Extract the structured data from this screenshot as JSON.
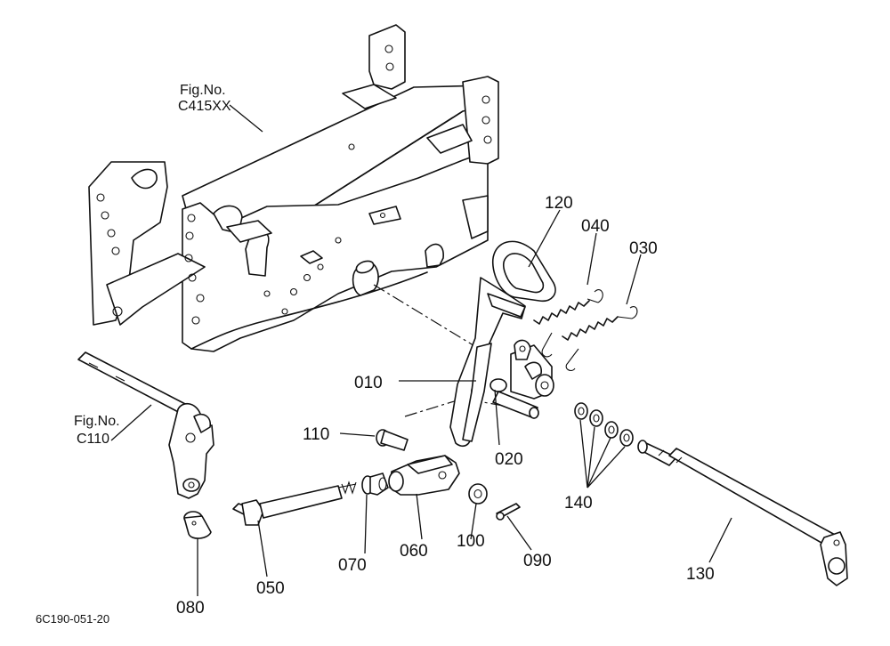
{
  "figure_refs": [
    {
      "line1": "Fig.No.",
      "line2": "C415XX"
    },
    {
      "line1": "Fig.No.",
      "line2": "C110"
    }
  ],
  "part_labels": {
    "p010": "010",
    "p020": "020",
    "p030": "030",
    "p040": "040",
    "p050": "050",
    "p060": "060",
    "p070": "070",
    "p080": "080",
    "p090": "090",
    "p100": "100",
    "p110": "110",
    "p120": "120",
    "p130": "130",
    "p140": "140"
  },
  "drawing_code": "6C190-051-20"
}
